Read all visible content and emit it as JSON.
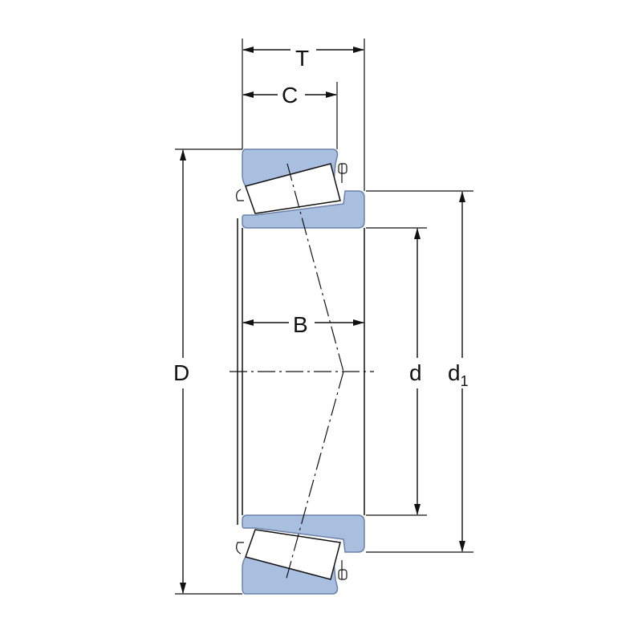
{
  "colors": {
    "ring_fill": "#a9bfe0",
    "ring_stroke": "#6b82a8",
    "line": "#111111",
    "background": "#ffffff"
  },
  "labels": {
    "T": "T",
    "C": "C",
    "B": "B",
    "D": "D",
    "d": "d",
    "d1_base": "d",
    "d1_sub": "1"
  }
}
